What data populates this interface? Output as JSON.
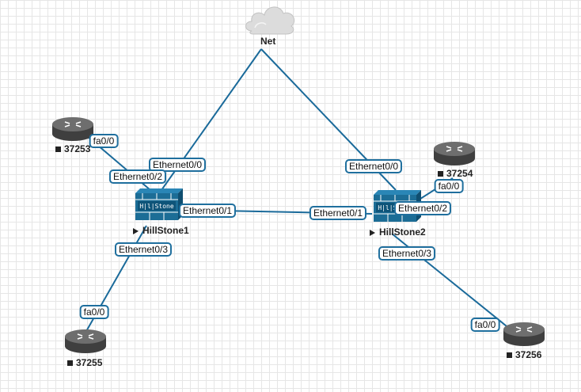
{
  "colors": {
    "link": "#1a6a9a",
    "label_border": "#1f6f9e",
    "firewall": "#1c6d96",
    "router": "#5a5a5a",
    "cloud": "#d9d9d9",
    "grid": "#e6e6e6"
  },
  "nodes": {
    "net": {
      "label": "Net",
      "icon": "cloud-icon"
    },
    "hillstone1": {
      "label": "HillStone1",
      "icon": "firewall-icon",
      "brand": "HillStone"
    },
    "hillstone2": {
      "label": "HillStone2",
      "icon": "firewall-icon",
      "brand": "HillStone"
    },
    "r37253": {
      "label": "37253",
      "icon": "router-icon"
    },
    "r37254": {
      "label": "37254",
      "icon": "router-icon"
    },
    "r37255": {
      "label": "37255",
      "icon": "router-icon"
    },
    "r37256": {
      "label": "37256",
      "icon": "router-icon"
    }
  },
  "links": [
    {
      "from": "net",
      "to": "hillstone1",
      "labels": [
        "Ethernet0/0"
      ]
    },
    {
      "from": "net",
      "to": "hillstone2",
      "labels": [
        "Ethernet0/0"
      ]
    },
    {
      "from": "hillstone1",
      "to": "hillstone2",
      "labels": [
        "Ethernet0/1",
        "Ethernet0/1"
      ]
    },
    {
      "from": "r37253",
      "to": "hillstone1",
      "labels": [
        "fa0/0",
        "Ethernet0/2"
      ]
    },
    {
      "from": "r37254",
      "to": "hillstone2",
      "labels": [
        "fa0/0",
        "Ethernet0/2"
      ]
    },
    {
      "from": "hillstone1",
      "to": "r37255",
      "labels": [
        "Ethernet0/3",
        "fa0/0"
      ]
    },
    {
      "from": "hillstone2",
      "to": "r37256",
      "labels": [
        "Ethernet0/3",
        "fa0/0"
      ]
    }
  ]
}
